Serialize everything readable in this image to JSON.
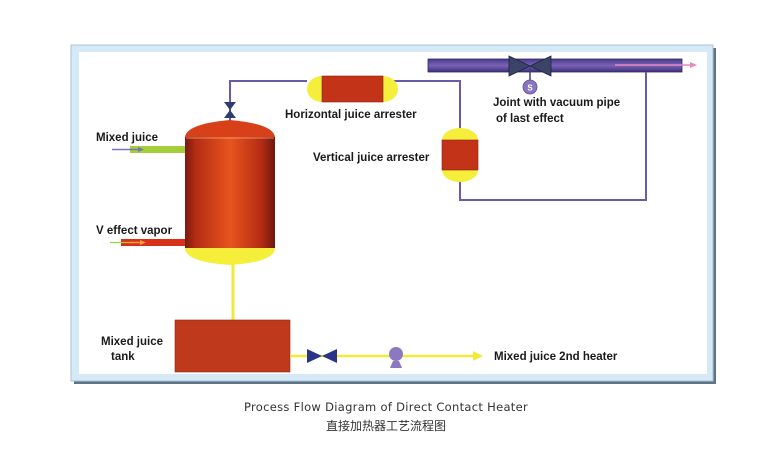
{
  "diagram": {
    "title": "Process Flow Diagram of Direct Contact Heater",
    "subtitle_zh": "直接加热器工艺流程图",
    "labels": {
      "mixed_juice": "Mixed juice",
      "v_effect_vapor": "V effect vapor",
      "horizontal_arrester": "Horizontal juice arrester",
      "vertical_arrester": "Vertical juice arrester",
      "vacuum_joint_line1": "Joint with vacuum pipe",
      "vacuum_joint_line2": "of last effect",
      "tank_line1": "Mixed juice",
      "tank_line2": "tank",
      "second_heater": "Mixed juice 2nd heater",
      "valve_actuator_letter": "S"
    },
    "colors": {
      "vessel": "#c8381c",
      "cap_yellow": "#f5ee3a",
      "pipe_purple": "#5b4b9c",
      "juice_green": "#a4cf3a",
      "valve_navy": "#2e3c8c",
      "pump_violet": "#8c78c0",
      "frame_light": "#d5e9f7",
      "frame_shadow": "#5f7486"
    }
  }
}
